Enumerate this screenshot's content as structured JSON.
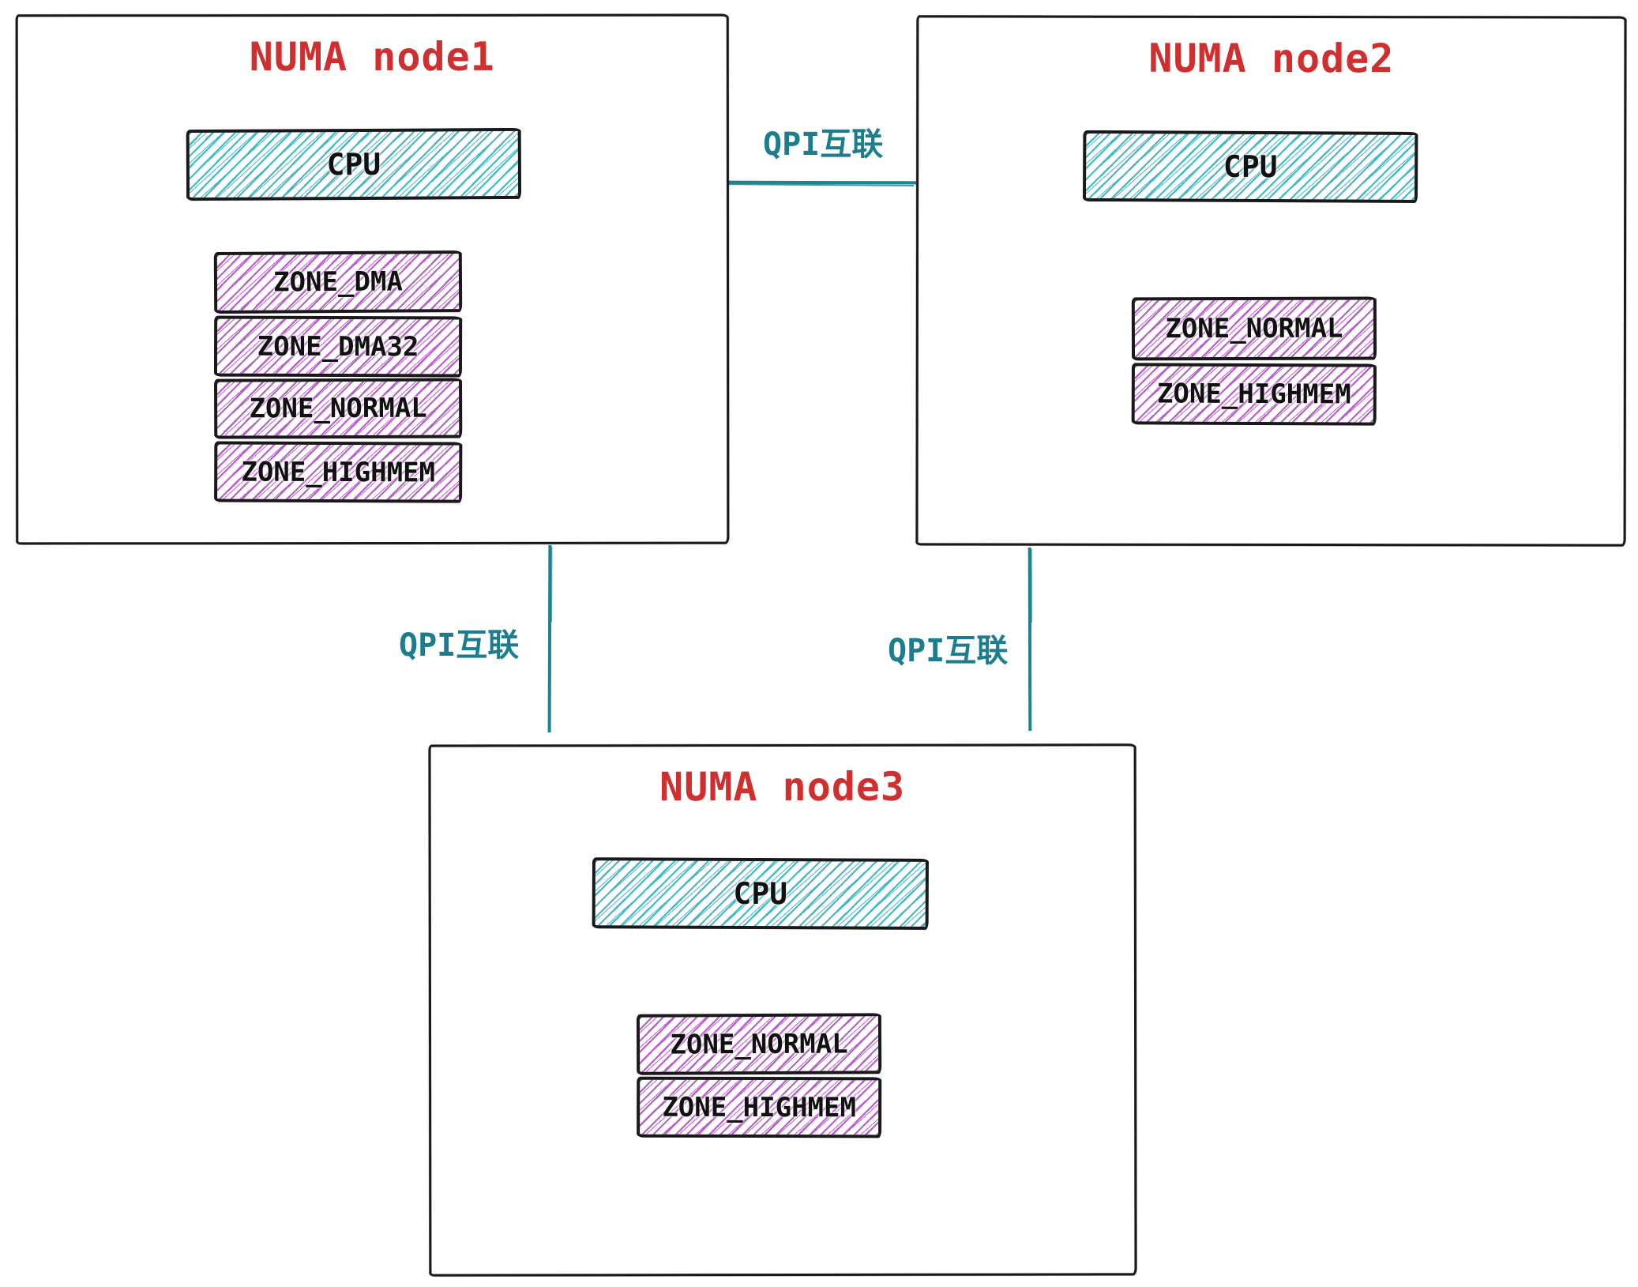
{
  "diagram": {
    "type": "numa-architecture",
    "nodes": [
      {
        "title": "NUMA node1",
        "cpu": "CPU",
        "zones": [
          "ZONE_DMA",
          "ZONE_DMA32",
          "ZONE_NORMAL",
          "ZONE_HIGHMEM"
        ]
      },
      {
        "title": "NUMA node2",
        "cpu": "CPU",
        "zones": [
          "ZONE_NORMAL",
          "ZONE_HIGHMEM"
        ]
      },
      {
        "title": "NUMA node3",
        "cpu": "CPU",
        "zones": [
          "ZONE_NORMAL",
          "ZONE_HIGHMEM"
        ]
      }
    ],
    "links": [
      {
        "from": "NUMA node1",
        "to": "NUMA node2",
        "label": "QPI互联",
        "orientation": "horizontal"
      },
      {
        "from": "NUMA node1",
        "to": "NUMA node3",
        "label": "QPI互联",
        "orientation": "vertical"
      },
      {
        "from": "NUMA node2",
        "to": "NUMA node3",
        "label": "QPI互联",
        "orientation": "vertical"
      }
    ],
    "colors": {
      "title_red": "#cf2f2f",
      "qpi_teal": "#1c7d8f",
      "qpi_line": "#1f8191",
      "cpu_hatch": "#44b8c8",
      "zone_hatch": "#bb5ecd",
      "ink": "#191919"
    }
  }
}
